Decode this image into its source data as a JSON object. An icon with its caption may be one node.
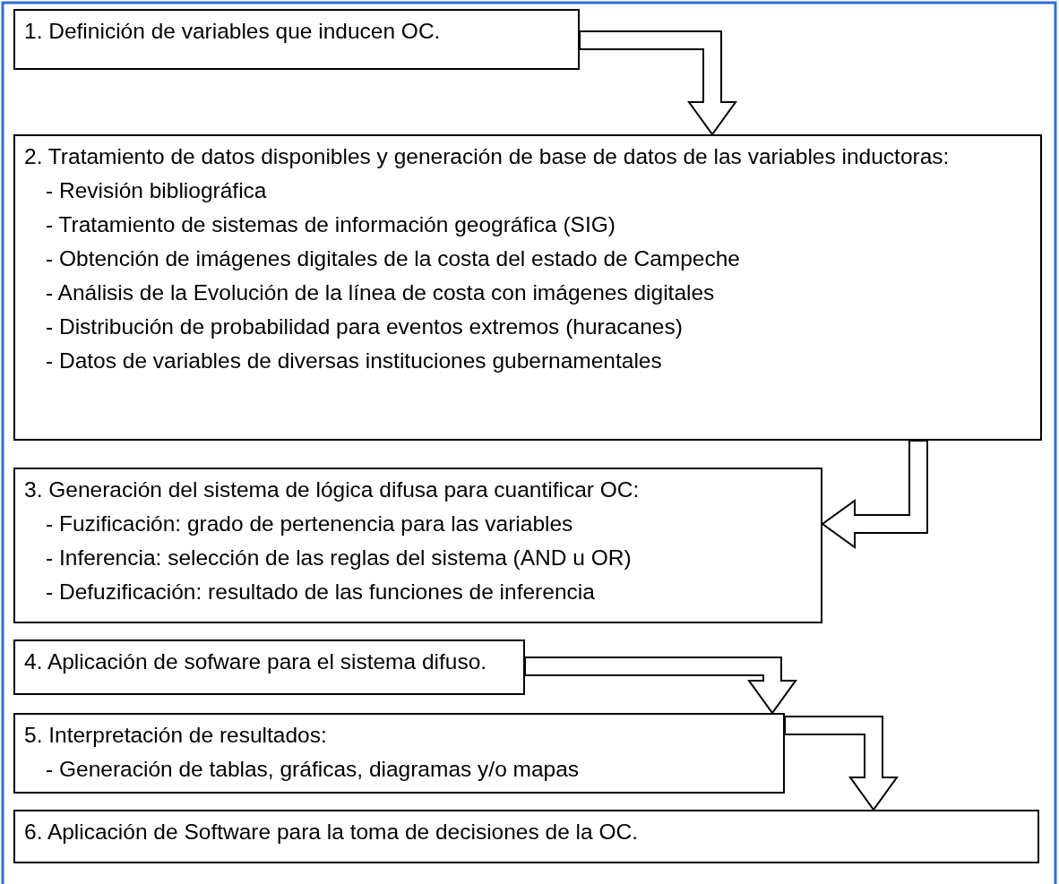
{
  "diagram": {
    "nodes": [
      {
        "text": [
          "1. Definición de variables que inducen OC."
        ]
      },
      {
        "text": [
          "2. Tratamiento de datos disponibles y generación de base de datos de las variables inductoras:",
          "- Revisión bibliográfica",
          "- Tratamiento de sistemas de información geográfica (SIG)",
          "- Obtención de imágenes digitales de la costa del estado de Campeche",
          "- Análisis de la Evolución de la línea de costa con imágenes digitales",
          "- Distribución de probabilidad para eventos extremos (huracanes)",
          "- Datos de variables de diversas instituciones gubernamentales"
        ]
      },
      {
        "text": [
          "3. Generación del sistema de lógica difusa para cuantificar OC:",
          "- Fuzificación: grado de pertenencia para las variables",
          "- Inferencia: selección de las reglas del sistema (AND u OR)",
          "- Defuzificación: resultado de las funciones de inferencia"
        ]
      },
      {
        "text": [
          "4. Aplicación de sofware para el sistema difuso."
        ]
      },
      {
        "text": [
          "5. Interpretación de resultados:",
          "- Generación de tablas, gráficas, diagramas y/o mapas"
        ]
      },
      {
        "text": [
          "6. Aplicación de Software para la toma de decisiones de la OC."
        ]
      }
    ],
    "edges": [
      {
        "from": 0,
        "to": 1,
        "arrow": "to"
      },
      {
        "from": 1,
        "to": 2,
        "arrow": "to"
      },
      {
        "from": 3,
        "to": 4,
        "arrow": "to"
      },
      {
        "from": 4,
        "to": 5,
        "arrow": "to"
      }
    ]
  }
}
